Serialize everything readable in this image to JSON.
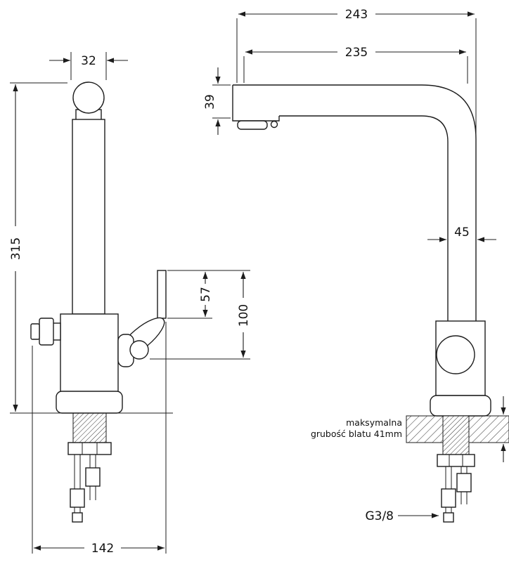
{
  "drawing": {
    "title": "faucet-technical-drawing",
    "line_color": "#1c1c1c",
    "background": "#ffffff",
    "dims": {
      "spout_width": "32",
      "total_height": "315",
      "lever_height": "57",
      "handle_span": "100",
      "base_span": "142",
      "overall_reach": "243",
      "spout_reach": "235",
      "spout_height": "39",
      "column_width": "45"
    },
    "notes": {
      "counter_line1": "maksymalna",
      "counter_line2": "grubość blatu 41mm",
      "thread": "G3/8"
    }
  }
}
